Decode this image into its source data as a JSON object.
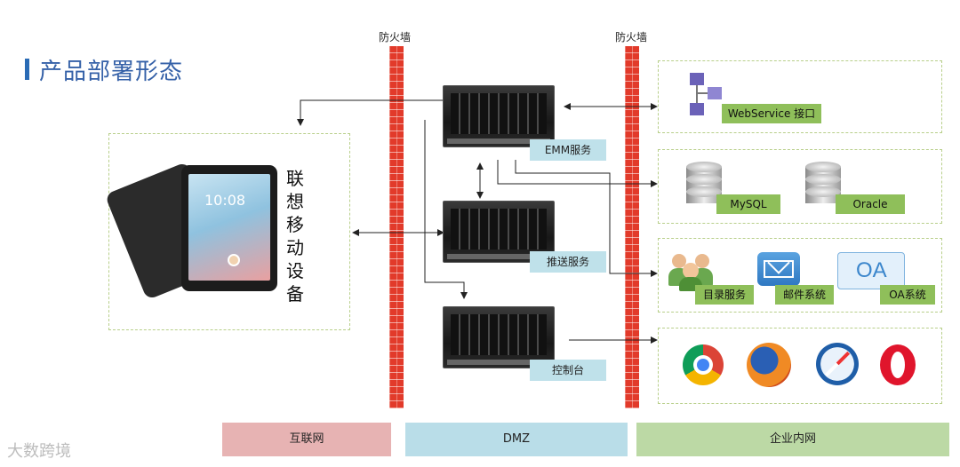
{
  "page_title": "产品部署形态",
  "firewalls": [
    "防火墙",
    "防火墙"
  ],
  "device_label": "联想移动设备",
  "tablet_time": "10:08",
  "servers": [
    "EMM服务",
    "推送服务",
    "控制台"
  ],
  "services": {
    "webservice": "WebService 接口",
    "mysql": "MySQL",
    "oracle": "Oracle",
    "directory": "目录服务",
    "mail": "邮件系统",
    "oa": "OA系统",
    "oa_icon_text": "OA"
  },
  "zones": [
    {
      "label": "互联网",
      "color": "#e7b3b3"
    },
    {
      "label": "DMZ",
      "color": "#b9dde8"
    },
    {
      "label": "企业内网",
      "color": "#bcd9a5"
    }
  ],
  "colors": {
    "accent": "#3561a8",
    "firewall": "#e23a2a",
    "tag": "#bfe1ea",
    "green_tag": "#8fbf5a"
  },
  "watermark": "大数跨境"
}
